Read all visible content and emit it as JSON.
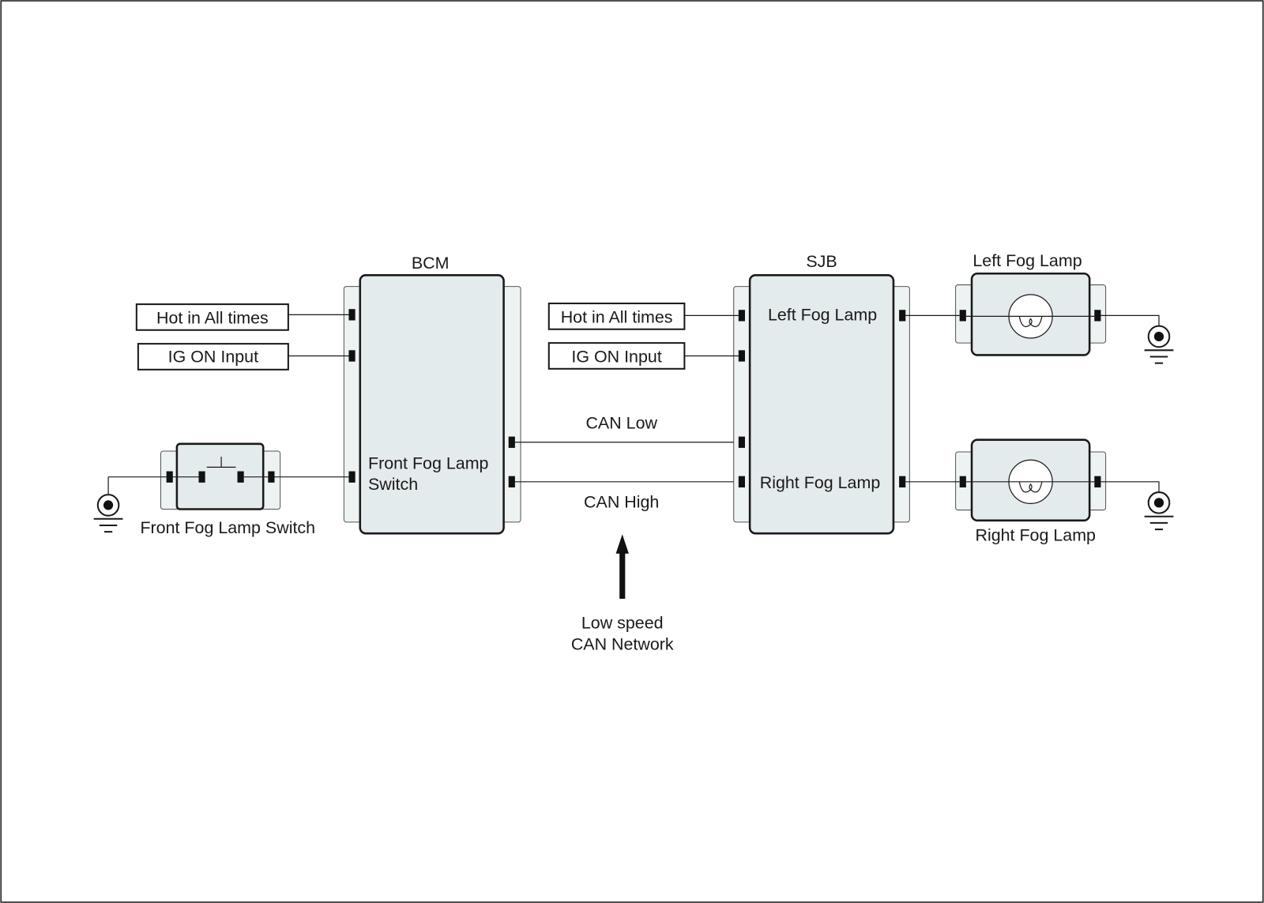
{
  "diagram": {
    "bcm": {
      "title": "BCM",
      "text_line1": "Front Fog Lamp",
      "text_line2": "Switch"
    },
    "bcm_inputs": {
      "hot": "Hot in All times",
      "ig": "IG ON Input"
    },
    "sjb": {
      "title": "SJB",
      "left_output": "Left Fog Lamp",
      "right_output": "Right Fog Lamp"
    },
    "sjb_inputs": {
      "hot": "Hot in All times",
      "ig": "IG ON Input"
    },
    "can": {
      "low": "CAN Low",
      "high": "CAN High",
      "network_line1": "Low speed",
      "network_line2": "CAN Network"
    },
    "switch": {
      "label": "Front Fog Lamp Switch"
    },
    "left_lamp": {
      "label": "Left Fog Lamp"
    },
    "right_lamp": {
      "label": "Right Fog Lamp"
    }
  },
  "colors": {
    "module_fill": "#e4ebed",
    "plate_fill": "#edf2f3",
    "line": "#1a1a1a"
  }
}
